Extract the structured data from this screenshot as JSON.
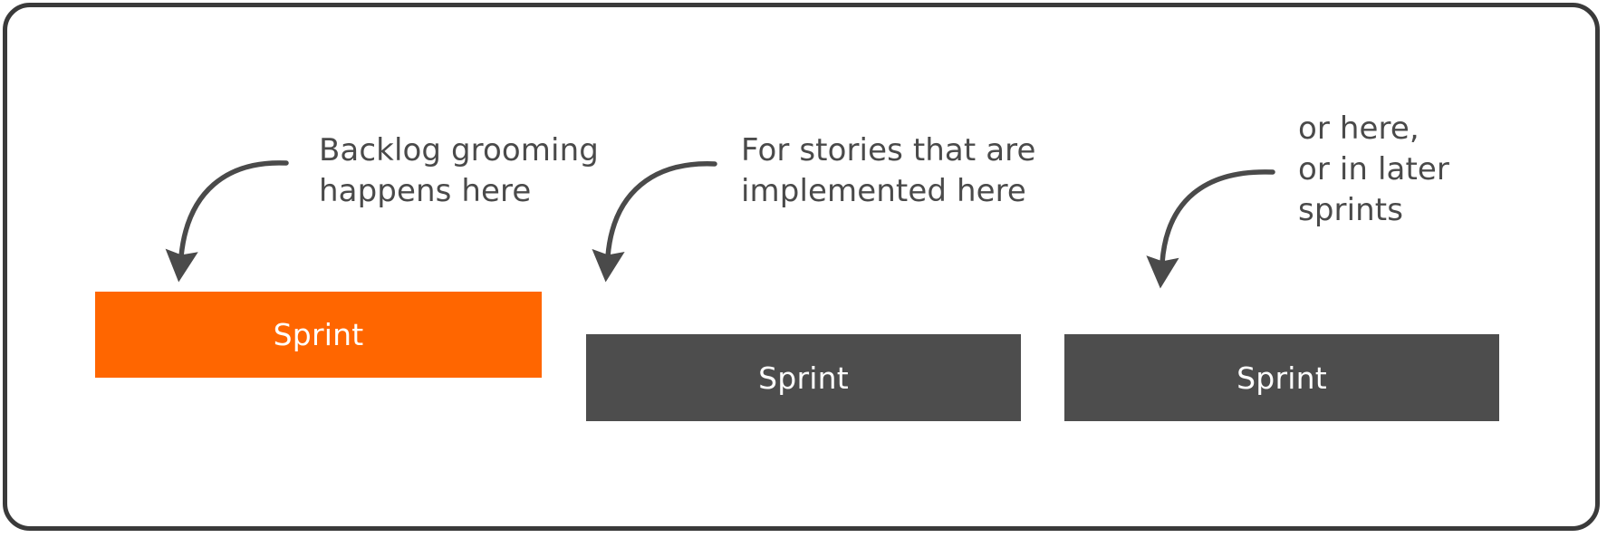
{
  "diagram": {
    "frame": {
      "border_color": "#3a3a3a",
      "background": "#ffffff"
    },
    "annotations": [
      {
        "id": "annotation-backlog-grooming",
        "text": "Backlog grooming\nhappens here",
        "lines": [
          "Backlog grooming",
          "happens here"
        ],
        "color": "#4a4a4a",
        "arrow": "curved-arrow-down-icon"
      },
      {
        "id": "annotation-stories-implemented",
        "text": "For stories that are\nimplemented here",
        "lines": [
          "For stories that are",
          "implemented here"
        ],
        "color": "#4a4a4a",
        "arrow": "curved-arrow-down-icon"
      },
      {
        "id": "annotation-later-sprints",
        "text": "or here,\nor in later\nsprints",
        "lines": [
          "or here,",
          "or in later",
          "sprints"
        ],
        "color": "#4a4a4a",
        "arrow": "curved-arrow-down-icon"
      }
    ],
    "sprints": [
      {
        "label": "Sprint",
        "color": "#ff6600",
        "text_color": "#ffffff",
        "state": "current"
      },
      {
        "label": "Sprint",
        "color": "#4d4d4d",
        "text_color": "#ffffff",
        "state": "upcoming"
      },
      {
        "label": "Sprint",
        "color": "#4d4d4d",
        "text_color": "#ffffff",
        "state": "upcoming"
      }
    ]
  }
}
